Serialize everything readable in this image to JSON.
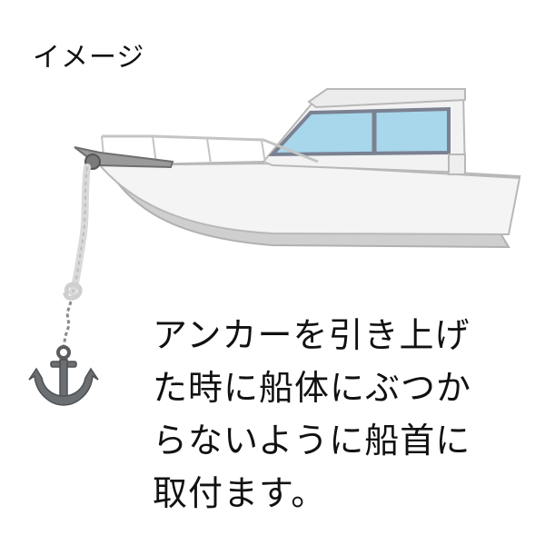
{
  "header": {
    "label": "イメージ"
  },
  "caption": {
    "lines": [
      "アンカーを引き上げ",
      "た時に船体にぶつか",
      "らないように船首に",
      "取付ます。"
    ]
  },
  "illustration": {
    "hull_color": "#dcdcdc",
    "hull_outline": "#b8b8b8",
    "window_glass": "#a8d6ea",
    "window_frame": "#7a8191",
    "rope_color": "#d9d9d9",
    "anchor_color": "#6b6f72",
    "icons": [
      "boat-icon",
      "anchor-icon",
      "rope-icon",
      "chain-icon",
      "bow-roller-icon"
    ]
  }
}
